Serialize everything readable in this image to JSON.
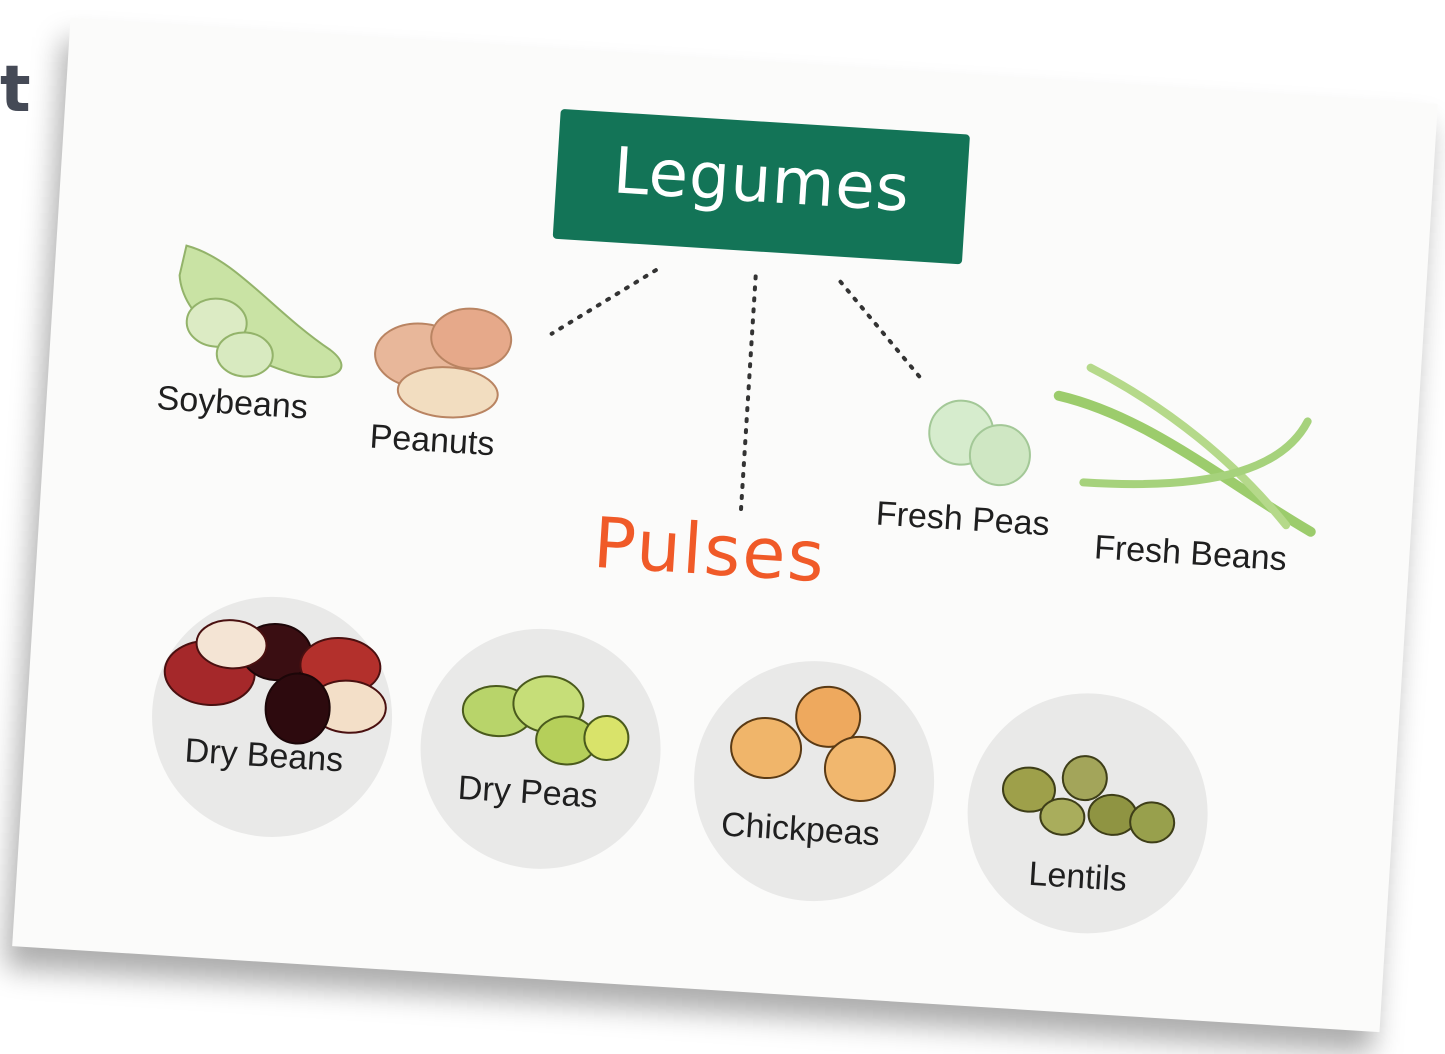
{
  "edge_glyph": "t",
  "title": "Legumes",
  "category": "Pulses",
  "legumes": {
    "soybeans": "Soybeans",
    "peanuts": "Peanuts",
    "fresh_peas": "Fresh Peas",
    "fresh_beans": "Fresh Beans"
  },
  "pulses": {
    "dry_beans": "Dry Beans",
    "dry_peas": "Dry Peas",
    "chickpeas": "Chickpeas",
    "lentils": "Lentils"
  },
  "colors": {
    "title_bg": "#137457",
    "pulses_text": "#f05a28",
    "circle_bg": "#e9e9e8"
  }
}
